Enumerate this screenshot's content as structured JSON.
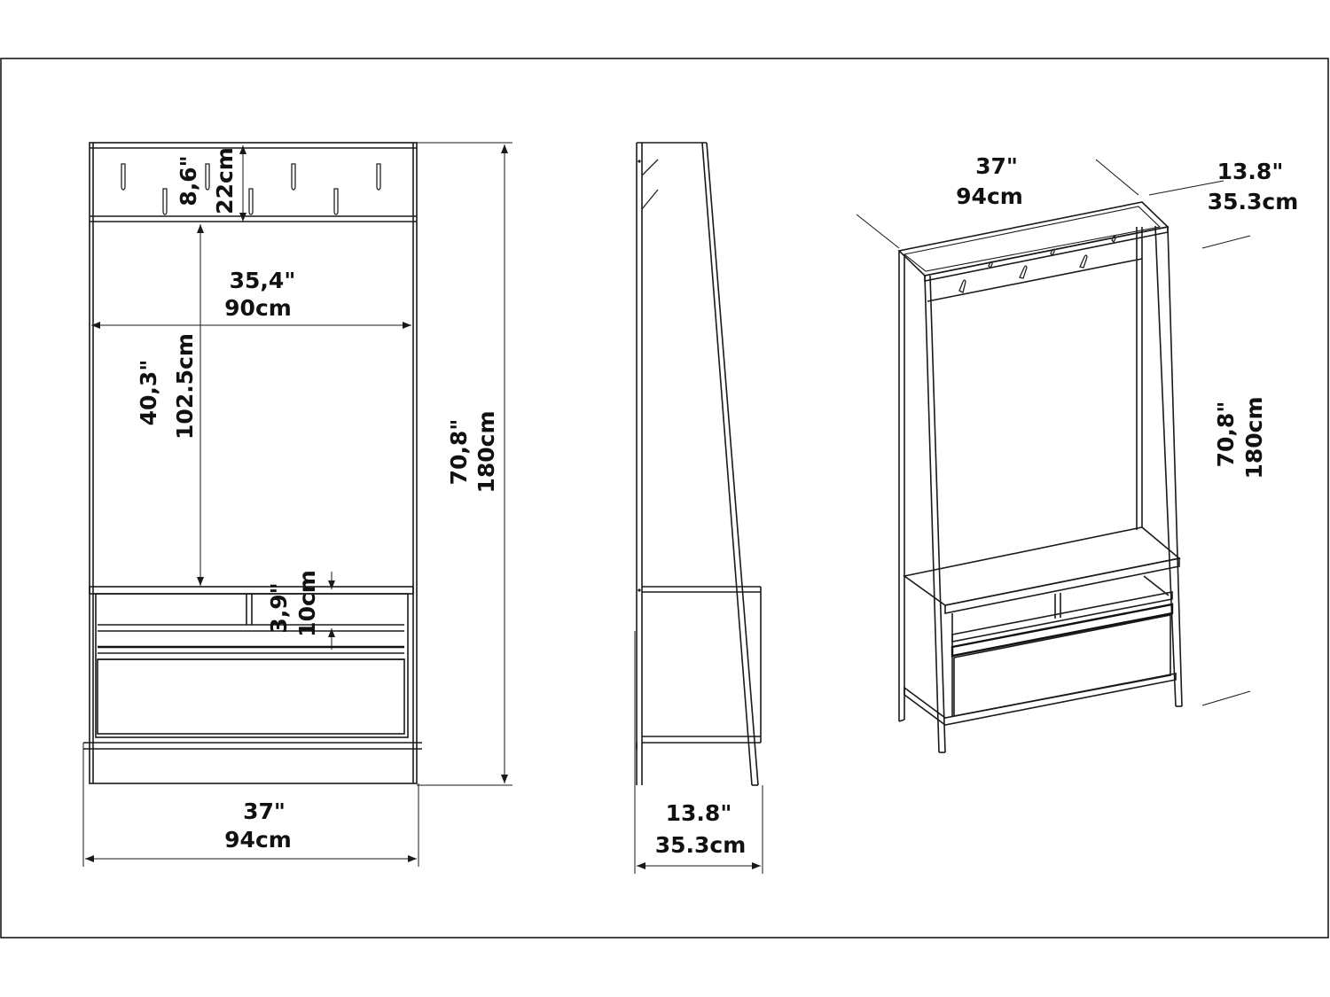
{
  "colors": {
    "line": "#1a1a1a",
    "background": "#ffffff"
  },
  "front_view": {
    "hook_height": {
      "inch": "8,6\"",
      "cm": "22cm"
    },
    "inner_width": {
      "inch": "35,4\"",
      "cm": "90cm"
    },
    "inner_height": {
      "inch": "40,3\"",
      "cm": "102.5cm"
    },
    "total_height": {
      "inch": "70,8\"",
      "cm": "180cm"
    },
    "shelf_gap": {
      "inch": "3,9\"",
      "cm": "10cm"
    },
    "total_width": {
      "inch": "37\"",
      "cm": "94cm"
    }
  },
  "side_view": {
    "depth": {
      "inch": "13.8\"",
      "cm": "35.3cm"
    }
  },
  "iso_view": {
    "width": {
      "inch": "37\"",
      "cm": "94cm"
    },
    "depth": {
      "inch": "13.8\"",
      "cm": "35.3cm"
    },
    "height": {
      "inch": "70,8\"",
      "cm": "180cm"
    }
  }
}
